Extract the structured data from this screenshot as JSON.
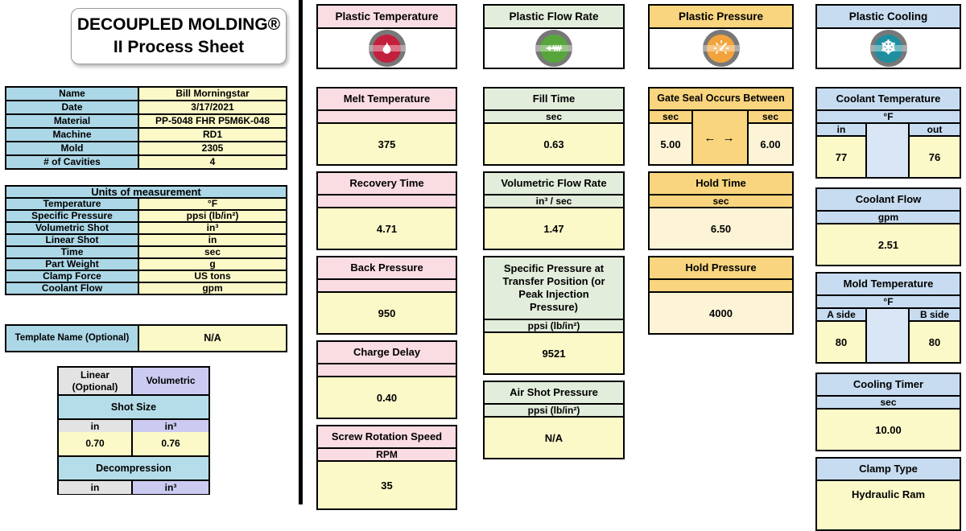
{
  "title": {
    "line1": "DECOUPLED MOLDING®",
    "line2": "II Process Sheet"
  },
  "info_rows": [
    {
      "label": "Name",
      "value": "Bill Morningstar"
    },
    {
      "label": "Date",
      "value": "3/17/2021"
    },
    {
      "label": "Material",
      "value": "PP-5048 FHR P5M6K-048"
    },
    {
      "label": "Machine",
      "value": "RD1"
    },
    {
      "label": "Mold",
      "value": "2305"
    },
    {
      "label": "# of Cavities",
      "value": "4"
    }
  ],
  "units": {
    "header": "Units of measurement",
    "rows": [
      {
        "label": "Temperature",
        "value": "°F"
      },
      {
        "label": "Specific Pressure",
        "value": "ppsi (lb/in²)"
      },
      {
        "label": "Volumetric Shot",
        "value": "in³"
      },
      {
        "label": "Linear Shot",
        "value": "in"
      },
      {
        "label": "Time",
        "value": "sec"
      },
      {
        "label": "Part Weight",
        "value": "g"
      },
      {
        "label": "Clamp Force",
        "value": "US tons"
      },
      {
        "label": "Coolant Flow",
        "value": "gpm"
      }
    ]
  },
  "template_name": {
    "label": "Template Name (Optional)",
    "value": "N/A"
  },
  "shot_table": {
    "headers": {
      "linear": "Linear (Optional)",
      "volumetric": "Volumetric"
    },
    "shot_size": {
      "title": "Shot Size",
      "unit_linear": "in",
      "unit_volumetric": "in³",
      "value_linear": "0.70",
      "value_volumetric": "0.76"
    },
    "decompression": {
      "title": "Decompression",
      "unit_linear": "in",
      "unit_volumetric": "in³"
    }
  },
  "columns": {
    "plastic_temperature": {
      "title": "Plastic Temperature",
      "icon": "flame-icon",
      "sections": {
        "melt_temperature": {
          "label": "Melt Temperature",
          "unit": "",
          "value": "375"
        },
        "recovery_time": {
          "label": "Recovery Time",
          "unit": "",
          "value": "4.71"
        },
        "back_pressure": {
          "label": "Back Pressure",
          "unit": "",
          "value": "950"
        },
        "charge_delay": {
          "label": "Charge Delay",
          "unit": "",
          "value": "0.40"
        },
        "screw_rotation_speed": {
          "label": "Screw Rotation Speed",
          "unit": "RPM",
          "value": "35"
        }
      }
    },
    "plastic_flow_rate": {
      "title": "Plastic Flow Rate",
      "icon": "screw-icon",
      "sections": {
        "fill_time": {
          "label": "Fill Time",
          "unit": "sec",
          "value": "0.63"
        },
        "volumetric_flow_rate": {
          "label": "Volumetric Flow Rate",
          "unit": "in³ / sec",
          "value": "1.47"
        },
        "specific_pressure": {
          "label": "Specific Pressure at Transfer Position (or Peak Injection Pressure)",
          "unit": "ppsi (lb/in²)",
          "value": "9521"
        },
        "air_shot_pressure": {
          "label": "Air Shot Pressure",
          "unit": "ppsi (lb/in²)",
          "value": "N/A"
        }
      }
    },
    "plastic_pressure": {
      "title": "Plastic Pressure",
      "icon": "gauge-icon",
      "sections": {
        "gate_seal": {
          "label": "Gate Seal Occurs Between",
          "unit_left": "sec",
          "unit_right": "sec",
          "value_left": "5.00",
          "value_right": "6.00",
          "arrows": "← →"
        },
        "hold_time": {
          "label": "Hold Time",
          "unit": "sec",
          "value": "6.50"
        },
        "hold_pressure": {
          "label": "Hold Pressure",
          "unit": "",
          "value": "4000"
        }
      }
    },
    "plastic_cooling": {
      "title": "Plastic Cooling",
      "icon": "snowflake-icon",
      "sections": {
        "coolant_temperature": {
          "label": "Coolant Temperature",
          "unit": "°F",
          "sub_left": "in",
          "sub_right": "out",
          "value_left": "77",
          "value_right": "76"
        },
        "coolant_flow": {
          "label": "Coolant Flow",
          "unit": "gpm",
          "value": "2.51"
        },
        "mold_temperature": {
          "label": "Mold Temperature",
          "unit": "°F",
          "sub_left": "A side",
          "sub_right": "B side",
          "value_left": "80",
          "value_right": "80"
        },
        "cooling_timer": {
          "label": "Cooling Timer",
          "unit": "sec",
          "value": "10.00"
        },
        "clamp_type": {
          "label": "Clamp Type",
          "value": "Hydraulic Ram"
        }
      }
    }
  },
  "icons": {
    "snowflake_glyph": "❄"
  },
  "colors": {
    "accent_pink": "#FADCE3",
    "accent_green": "#E2EDDB",
    "accent_orange": "#F8D57E",
    "accent_blue": "#C7DCF0",
    "cell_yellow": "#FBF9C8",
    "label_blue": "#ACD7E6",
    "icon_flame": "#C3203E",
    "icon_screw": "#57A63B",
    "icon_gauge": "#F2A33C",
    "icon_snowflake": "#1D8FA0"
  }
}
